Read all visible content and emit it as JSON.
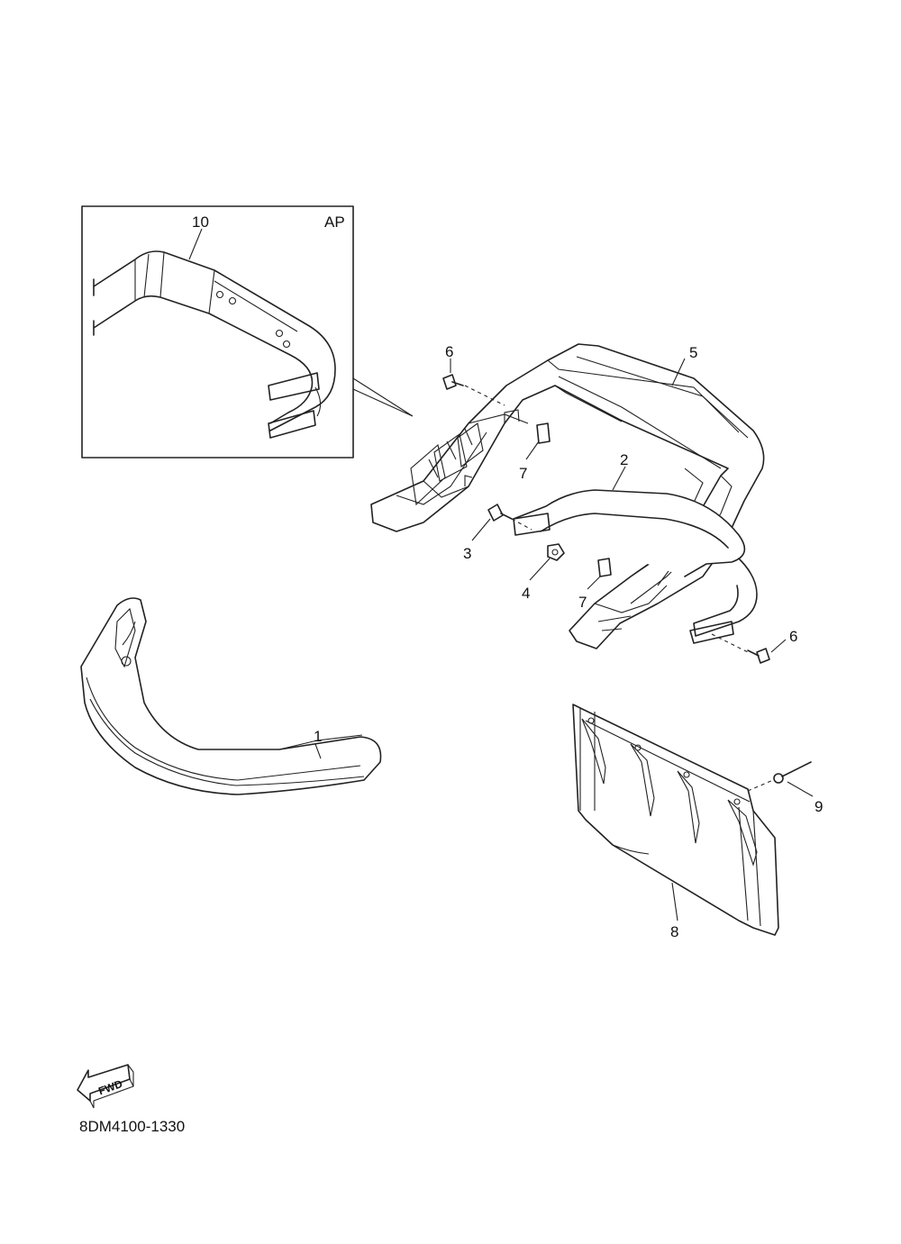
{
  "callouts": {
    "c1": "1",
    "c2": "2",
    "c3": "3",
    "c4": "4",
    "c5": "5",
    "c6a": "6",
    "c6b": "6",
    "c7a": "7",
    "c7b": "7",
    "c8": "8",
    "c9": "9",
    "c10": "10"
  },
  "inset": {
    "tag": "AP"
  },
  "fwd": {
    "text": "FWD"
  },
  "diagram_code": "8DM4100-1330"
}
